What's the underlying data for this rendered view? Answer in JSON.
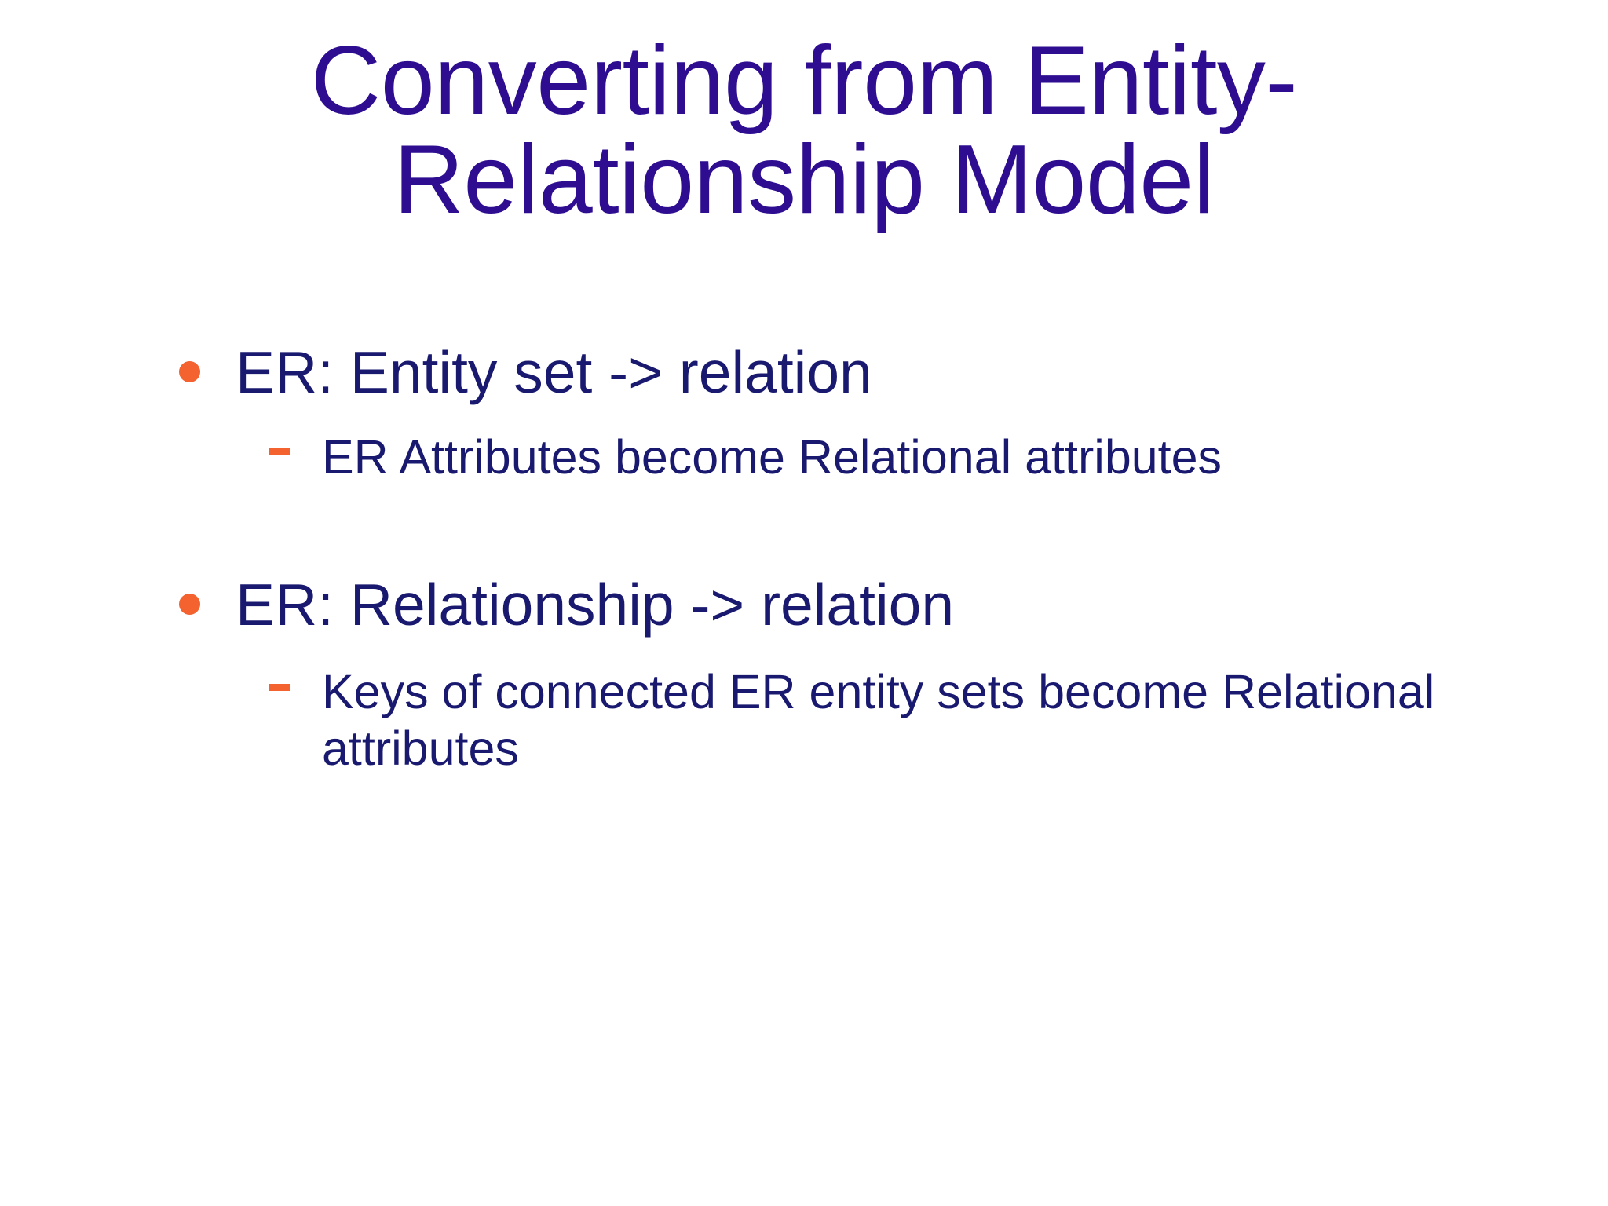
{
  "slide": {
    "background_color": "#ffffff",
    "title": {
      "color": "#2e0d91",
      "line1": "Converting from Entity-",
      "line2": "Relationship Model",
      "full_text": "Converting from Entity-Relationship Model"
    },
    "body": {
      "text_color": "#191970",
      "bullet_color": "#f4622f",
      "items": [
        {
          "level": 1,
          "marker": "filled-round-bullet",
          "text": "ER: Entity set -> relation"
        },
        {
          "level": 2,
          "marker": "dash-bullet",
          "text": "ER Attributes become Relational attributes"
        },
        {
          "level": 1,
          "marker": "filled-round-bullet",
          "text": "ER: Relationship -> relation"
        },
        {
          "level": 2,
          "marker": "dash-bullet",
          "text": "Keys of connected ER entity sets become Relational attributes"
        }
      ]
    }
  }
}
